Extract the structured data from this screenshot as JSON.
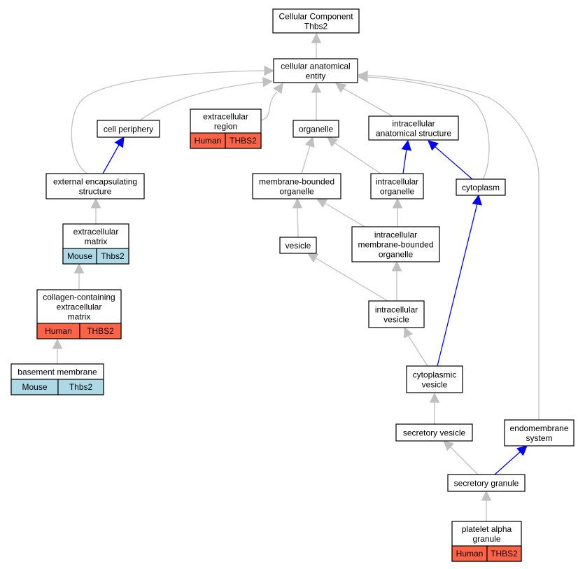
{
  "colors": {
    "gray_edge": "#c0c0c0",
    "blue_edge": "#0000ff",
    "human": "#ff6347",
    "mouse": "#add8e6"
  },
  "nodes": {
    "cc_root": {
      "lines": [
        "Cellular Component",
        "Thbs2"
      ]
    },
    "cae": {
      "lines": [
        "cellular anatomical",
        "entity"
      ]
    },
    "cell_periphery": {
      "lines": [
        "cell periphery"
      ]
    },
    "extracellular_region": {
      "lines": [
        "extracellular",
        "region"
      ],
      "annotation": {
        "species": "Human",
        "gene": "THBS2",
        "color_key": "human"
      }
    },
    "organelle": {
      "lines": [
        "organelle"
      ]
    },
    "ias": {
      "lines": [
        "intracellular",
        "anatomical structure"
      ]
    },
    "ees": {
      "lines": [
        "external encapsulating",
        "structure"
      ]
    },
    "mbo": {
      "lines": [
        "membrane-bounded",
        "organelle"
      ]
    },
    "io": {
      "lines": [
        "intracellular",
        "organelle"
      ]
    },
    "cytoplasm": {
      "lines": [
        "cytoplasm"
      ]
    },
    "ecm": {
      "lines": [
        "extracellular",
        "matrix"
      ],
      "annotation": {
        "species": "Mouse",
        "gene": "Thbs2",
        "color_key": "mouse"
      }
    },
    "vesicle": {
      "lines": [
        "vesicle"
      ]
    },
    "imbo": {
      "lines": [
        "intracellular",
        "membrane-bounded",
        "organelle"
      ]
    },
    "cecm": {
      "lines": [
        "collagen-containing",
        "extracellular",
        "matrix"
      ],
      "annotation": {
        "species": "Human",
        "gene": "THBS2",
        "color_key": "human"
      }
    },
    "iv": {
      "lines": [
        "intracellular",
        "vesicle"
      ]
    },
    "bm": {
      "lines": [
        "basement membrane"
      ],
      "annotation": {
        "species": "Mouse",
        "gene": "Thbs2",
        "color_key": "mouse"
      }
    },
    "cv": {
      "lines": [
        "cytoplasmic",
        "vesicle"
      ]
    },
    "sv": {
      "lines": [
        "secretory vesicle"
      ]
    },
    "endo": {
      "lines": [
        "endomembrane",
        "system"
      ]
    },
    "sg": {
      "lines": [
        "secretory granule"
      ]
    },
    "pag": {
      "lines": [
        "platelet alpha",
        "granule"
      ],
      "annotation": {
        "species": "Human",
        "gene": "THBS2",
        "color_key": "human"
      }
    }
  },
  "edges": [
    {
      "from": "cae",
      "to": "cc_root",
      "type": "gray"
    },
    {
      "from": "cell_periphery",
      "to": "cae",
      "type": "gray"
    },
    {
      "from": "extracellular_region",
      "to": "cae",
      "type": "gray"
    },
    {
      "from": "organelle",
      "to": "cae",
      "type": "gray"
    },
    {
      "from": "ias",
      "to": "cae",
      "type": "gray"
    },
    {
      "from": "ees",
      "to": "cae",
      "type": "gray"
    },
    {
      "from": "cytoplasm",
      "to": "cae",
      "type": "gray"
    },
    {
      "from": "endo",
      "to": "cae",
      "type": "gray"
    },
    {
      "from": "ees",
      "to": "cell_periphery",
      "type": "blue"
    },
    {
      "from": "mbo",
      "to": "organelle",
      "type": "gray"
    },
    {
      "from": "io",
      "to": "organelle",
      "type": "gray"
    },
    {
      "from": "io",
      "to": "ias",
      "type": "blue"
    },
    {
      "from": "cytoplasm",
      "to": "ias",
      "type": "blue"
    },
    {
      "from": "ecm",
      "to": "ees",
      "type": "gray"
    },
    {
      "from": "vesicle",
      "to": "mbo",
      "type": "gray"
    },
    {
      "from": "imbo",
      "to": "mbo",
      "type": "gray"
    },
    {
      "from": "imbo",
      "to": "io",
      "type": "gray"
    },
    {
      "from": "cecm",
      "to": "ecm",
      "type": "gray"
    },
    {
      "from": "iv",
      "to": "vesicle",
      "type": "gray"
    },
    {
      "from": "iv",
      "to": "imbo",
      "type": "gray"
    },
    {
      "from": "bm",
      "to": "cecm",
      "type": "gray"
    },
    {
      "from": "cv",
      "to": "iv",
      "type": "gray"
    },
    {
      "from": "cv",
      "to": "cytoplasm",
      "type": "blue"
    },
    {
      "from": "sv",
      "to": "cv",
      "type": "gray"
    },
    {
      "from": "sg",
      "to": "sv",
      "type": "gray"
    },
    {
      "from": "sg",
      "to": "endo",
      "type": "blue"
    },
    {
      "from": "pag",
      "to": "sg",
      "type": "gray"
    }
  ]
}
